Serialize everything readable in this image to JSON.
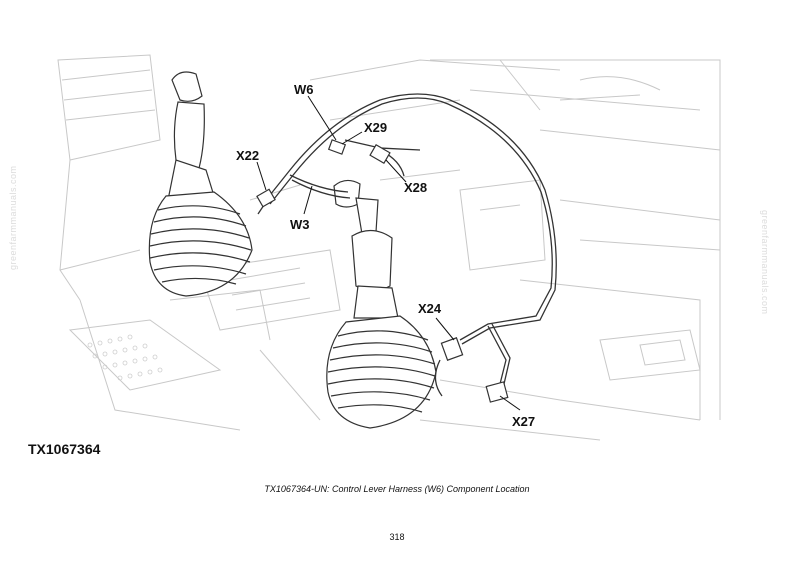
{
  "figure_id": "TX1067364",
  "caption": "TX1067364-UN: Control Lever Harness (W6) Component Location",
  "page_number": "318",
  "watermark": "greenfarmmanuals.com",
  "callouts": {
    "w6": "W6",
    "x29": "X29",
    "x22": "X22",
    "x28": "X28",
    "w3": "W3",
    "x24": "X24",
    "x27": "X27"
  },
  "colors": {
    "background_lines": "#c8c8c8",
    "harness_lines": "#333333",
    "text": "#111111"
  }
}
